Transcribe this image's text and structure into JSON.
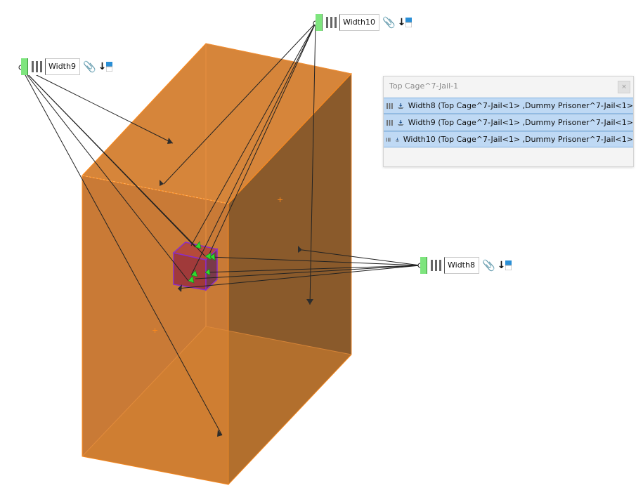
{
  "callouts": {
    "width10": {
      "label": "Width10"
    },
    "width9": {
      "label": "Width9"
    },
    "width8": {
      "label": "Width8"
    }
  },
  "panel": {
    "title": "Top Cage^7-Jail-1",
    "close_glyph": "×",
    "rows": [
      {
        "label": "Width8 (Top Cage^7-Jail<1> ,Dummy Prisoner^7-Jail<1>"
      },
      {
        "label": "Width9 (Top Cage^7-Jail<1> ,Dummy Prisoner^7-Jail<1>"
      },
      {
        "label": "Width10 (Top Cage^7-Jail<1> ,Dummy Prisoner^7-Jail<1>"
      }
    ]
  },
  "icons": {
    "mate": "width-mate-icon",
    "paperclip": "paperclip-icon",
    "down_arrow": "down-arrow-icon",
    "cube": "cube-icon",
    "ground": "ground-icon"
  },
  "colors": {
    "box_front": "#c97a36",
    "box_top": "#d6853a",
    "box_side": "#8a5a2b",
    "edge": "#ff8a1a",
    "selection_blue": "#bfd9f4",
    "callout_green": "#7ee57e",
    "inner_box": "#8b2dc8"
  }
}
